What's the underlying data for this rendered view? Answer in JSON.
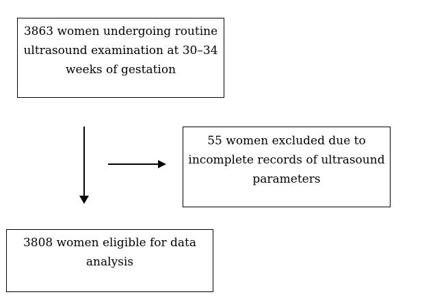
{
  "diagram": {
    "type": "flowchart",
    "nodes": [
      {
        "id": "cohort",
        "lines": [
          "3863 women undergoing routine",
          "ultrasound examination at 30–34",
          "weeks of gestation"
        ]
      },
      {
        "id": "excluded",
        "lines": [
          "55 women excluded due to",
          "incomplete records of ultrasound",
          "parameters"
        ]
      },
      {
        "id": "eligible",
        "lines": [
          "3808 women eligible for data",
          "analysis"
        ]
      }
    ],
    "edges": [
      {
        "from": "cohort",
        "to": "eligible",
        "type": "arrow-down"
      },
      {
        "from": "cohort",
        "to": "excluded",
        "type": "arrow-right"
      }
    ],
    "colors": {
      "background": "#ffffff",
      "border": "#000000",
      "text": "#000000",
      "arrow": "#000000"
    }
  }
}
